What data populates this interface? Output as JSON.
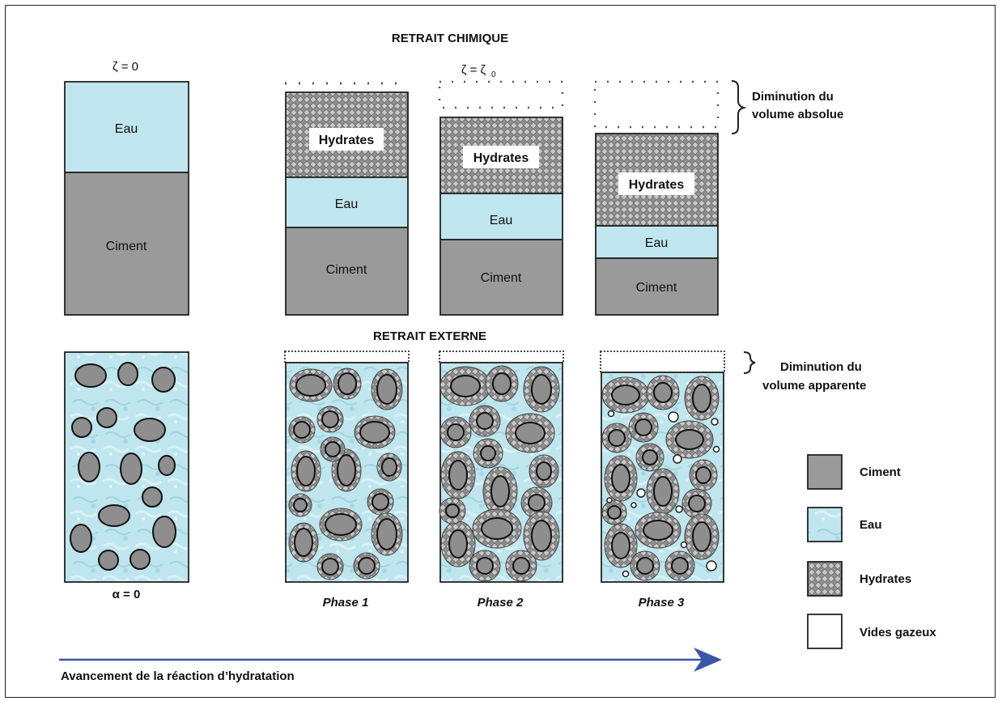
{
  "titles": {
    "chemical": "RETRAIT CHIMIQUE",
    "external": "RETRAIT EXTERNE"
  },
  "labels": {
    "zeta_zero": "ζ = 0",
    "zeta_zeta0_base": "ζ = ζ",
    "zeta_zeta0_sub": "0",
    "alpha_zero": "α = 0",
    "phase1": "Phase 1",
    "phase2": "Phase 2",
    "phase3": "Phase 3"
  },
  "components": {
    "eau": "Eau",
    "ciment": "Ciment",
    "hydrates": "Hydrates"
  },
  "brace_labels": {
    "absolute_line1": "Diminution du",
    "absolute_line2": "volume absolue",
    "apparent_line1": "Diminution du",
    "apparent_line2": "volume apparente"
  },
  "legend": [
    {
      "label": "Ciment",
      "swatch": "ciment"
    },
    {
      "label": "Eau",
      "swatch": "eau"
    },
    {
      "label": "Hydrates",
      "swatch": "hydrates"
    },
    {
      "label": "Vides gazeux",
      "swatch": "vides"
    }
  ],
  "arrow_label": "Avancement de la réaction d’hydratation",
  "colors": {
    "eau": "#bfe6ee",
    "eau_dark": "#8fcbd8",
    "ciment": "#9a9a9a",
    "hydrates": "#8c8c8c",
    "arrow": "#3a55a8",
    "outline": "#222222"
  }
}
